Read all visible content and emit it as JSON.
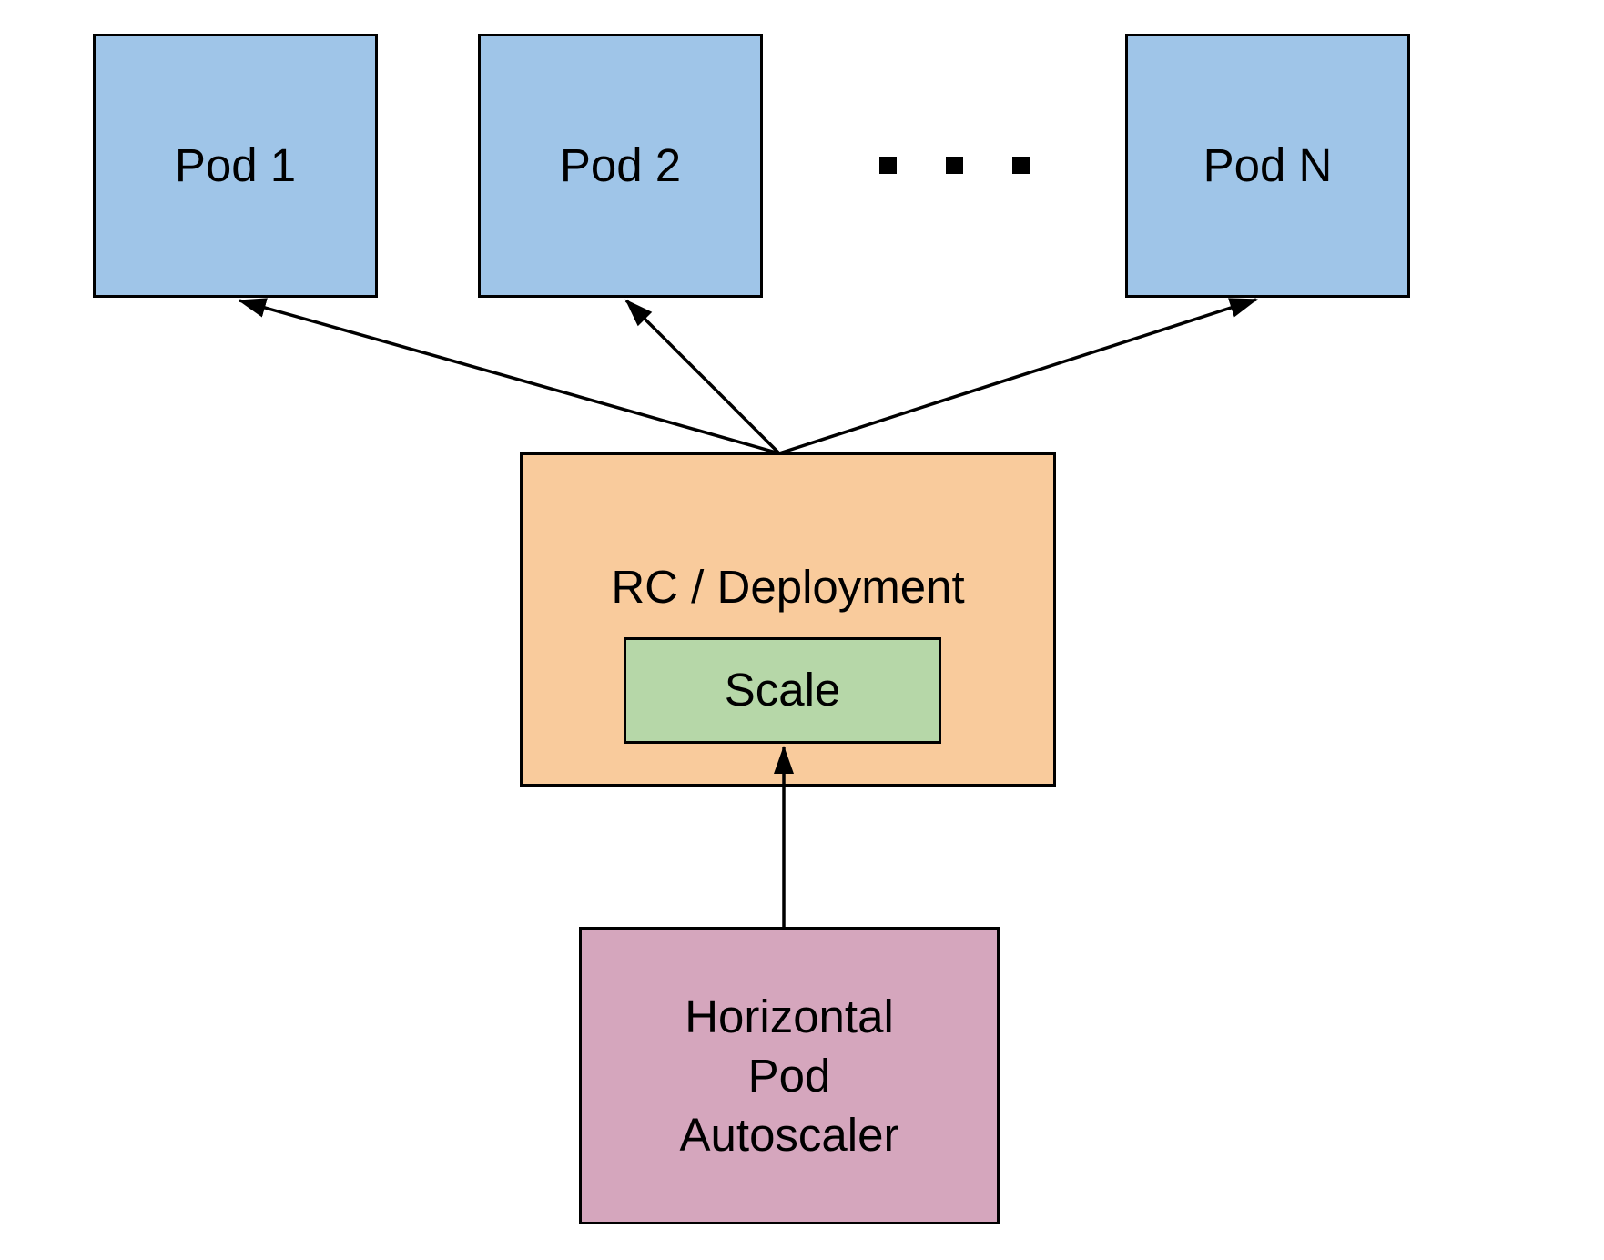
{
  "diagram": {
    "background": "#ffffff",
    "arrow_color": "#000000",
    "nodes": {
      "pod1": {
        "label": "Pod 1",
        "fill": "#9fc5e8",
        "border": "#000000"
      },
      "pod2": {
        "label": "Pod 2",
        "fill": "#9fc5e8",
        "border": "#000000"
      },
      "podN": {
        "label": "Pod N",
        "fill": "#9fc5e8",
        "border": "#000000"
      },
      "rc_deployment": {
        "label": "RC / Deployment",
        "fill": "#f9cb9c",
        "border": "#000000"
      },
      "scale": {
        "label": "Scale",
        "fill": "#b6d7a8",
        "border": "#000000"
      },
      "hpa": {
        "lines": [
          "Horizontal",
          "Pod",
          "Autoscaler"
        ],
        "fill": "#d5a6bd",
        "border": "#000000"
      }
    },
    "ellipsis": {
      "count": 3,
      "shape": "square-dot"
    },
    "edges": [
      {
        "from": "rc_deployment",
        "to": "pod1",
        "style": "arrow"
      },
      {
        "from": "rc_deployment",
        "to": "pod2",
        "style": "arrow"
      },
      {
        "from": "rc_deployment",
        "to": "podN",
        "style": "arrow"
      },
      {
        "from": "hpa",
        "to": "scale",
        "style": "arrow"
      }
    ]
  }
}
